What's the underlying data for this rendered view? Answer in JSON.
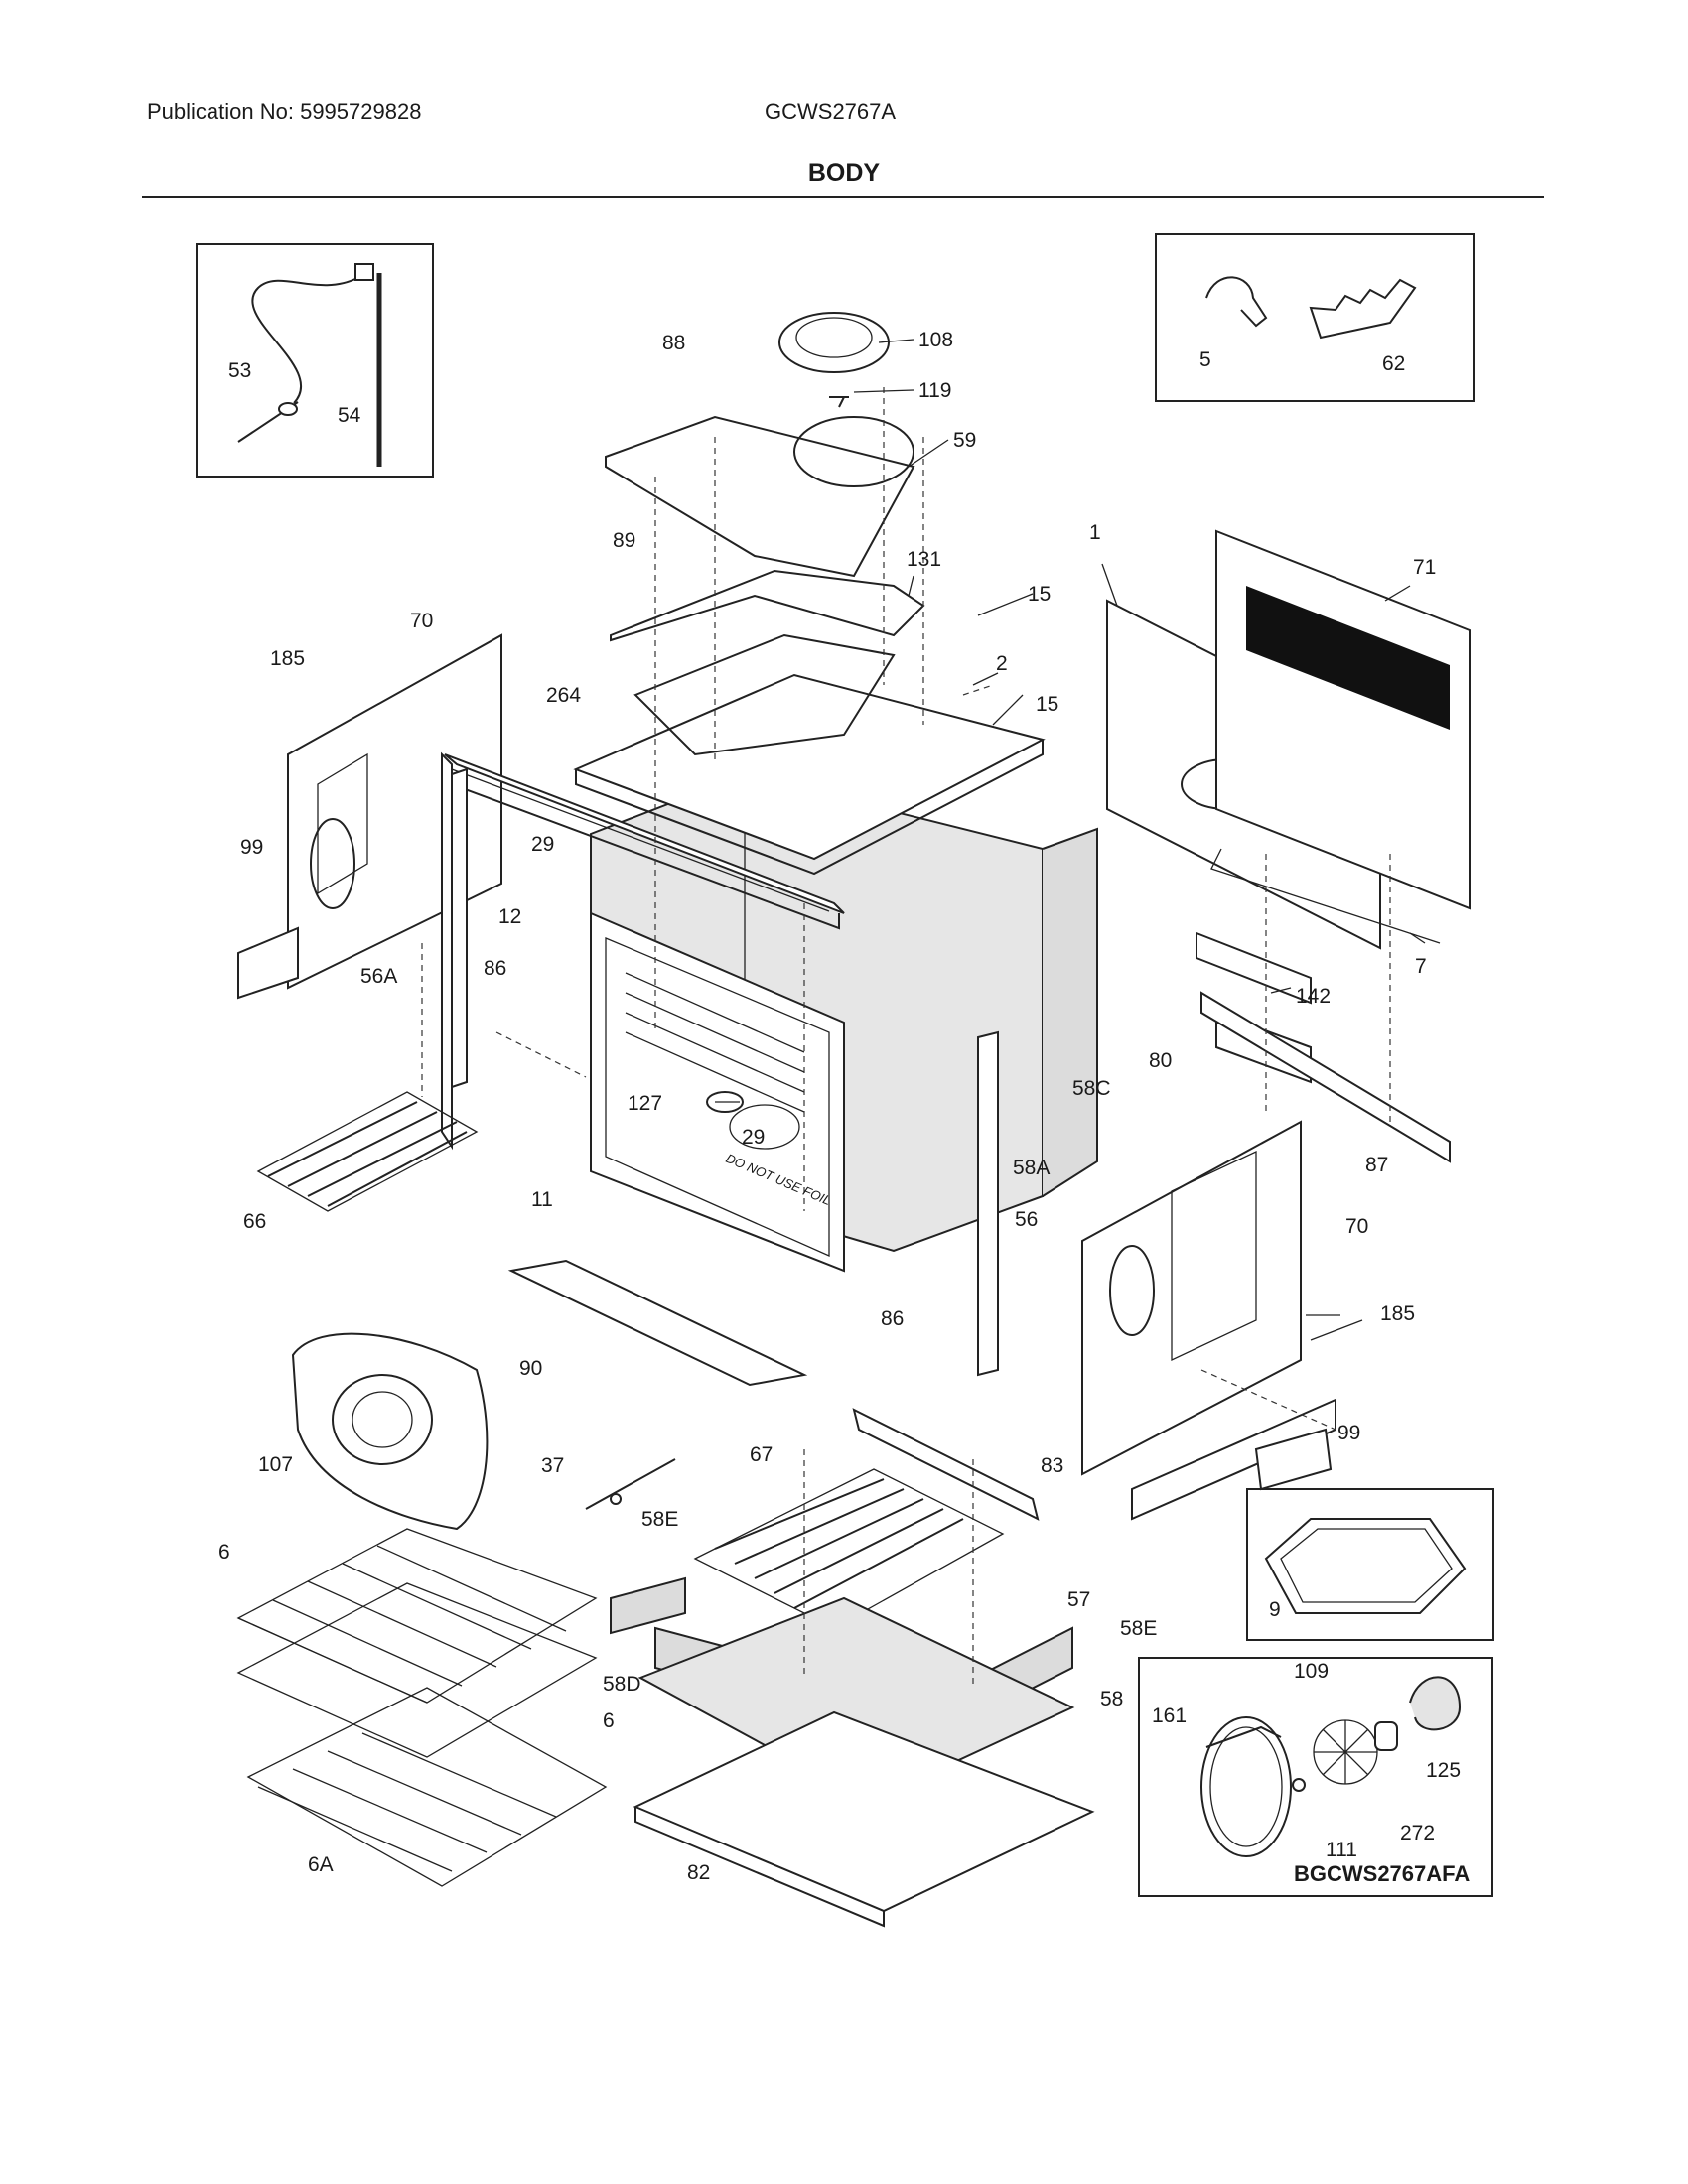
{
  "header": {
    "publication": "Publication No: 5995729828",
    "model": "GCWS2767A",
    "section_title": "BODY"
  },
  "diagram_id": "BGCWS2767AFA",
  "callouts": [
    {
      "id": "c108",
      "text": "108"
    },
    {
      "id": "c88",
      "text": "88"
    },
    {
      "id": "c119",
      "text": "119"
    },
    {
      "id": "c59",
      "text": "59"
    },
    {
      "id": "c89",
      "text": "89"
    },
    {
      "id": "c131",
      "text": "131"
    },
    {
      "id": "c15a",
      "text": "15"
    },
    {
      "id": "c15b",
      "text": "15"
    },
    {
      "id": "c1",
      "text": "1"
    },
    {
      "id": "c71",
      "text": "71"
    },
    {
      "id": "c2",
      "text": "2"
    },
    {
      "id": "c264",
      "text": "264"
    },
    {
      "id": "c70a",
      "text": "70"
    },
    {
      "id": "c185a",
      "text": "185"
    },
    {
      "id": "c99a",
      "text": "99"
    },
    {
      "id": "c29a",
      "text": "29"
    },
    {
      "id": "c12",
      "text": "12"
    },
    {
      "id": "c86a",
      "text": "86"
    },
    {
      "id": "c56a",
      "text": "56A"
    },
    {
      "id": "c7",
      "text": "7"
    },
    {
      "id": "c142",
      "text": "142"
    },
    {
      "id": "c80",
      "text": "80"
    },
    {
      "id": "c58c",
      "text": "58C"
    },
    {
      "id": "c127",
      "text": "127"
    },
    {
      "id": "c29b",
      "text": "29"
    },
    {
      "id": "c58a",
      "text": "58A"
    },
    {
      "id": "c87",
      "text": "87"
    },
    {
      "id": "c66",
      "text": "66"
    },
    {
      "id": "c11",
      "text": "11"
    },
    {
      "id": "c56",
      "text": "56"
    },
    {
      "id": "c70b",
      "text": "70"
    },
    {
      "id": "c86b",
      "text": "86"
    },
    {
      "id": "c185b",
      "text": "185"
    },
    {
      "id": "c90",
      "text": "90"
    },
    {
      "id": "c99b",
      "text": "99"
    },
    {
      "id": "c107",
      "text": "107"
    },
    {
      "id": "c37",
      "text": "37"
    },
    {
      "id": "c67",
      "text": "67"
    },
    {
      "id": "c83",
      "text": "83"
    },
    {
      "id": "c58e1",
      "text": "58E"
    },
    {
      "id": "c6a",
      "text": "6"
    },
    {
      "id": "c57",
      "text": "57"
    },
    {
      "id": "c9",
      "text": "9"
    },
    {
      "id": "c58e2",
      "text": "58E"
    },
    {
      "id": "c58d",
      "text": "58D"
    },
    {
      "id": "c6b",
      "text": "6"
    },
    {
      "id": "c58",
      "text": "58"
    },
    {
      "id": "c109",
      "text": "109"
    },
    {
      "id": "c161",
      "text": "161"
    },
    {
      "id": "c125",
      "text": "125"
    },
    {
      "id": "c6A",
      "text": "6A"
    },
    {
      "id": "c82",
      "text": "82"
    },
    {
      "id": "c111",
      "text": "111"
    },
    {
      "id": "c272",
      "text": "272"
    },
    {
      "id": "c53",
      "text": "53"
    },
    {
      "id": "c54",
      "text": "54"
    },
    {
      "id": "c5",
      "text": "5"
    },
    {
      "id": "c62",
      "text": "62"
    }
  ],
  "door_label": "DO NOT USE FOIL"
}
